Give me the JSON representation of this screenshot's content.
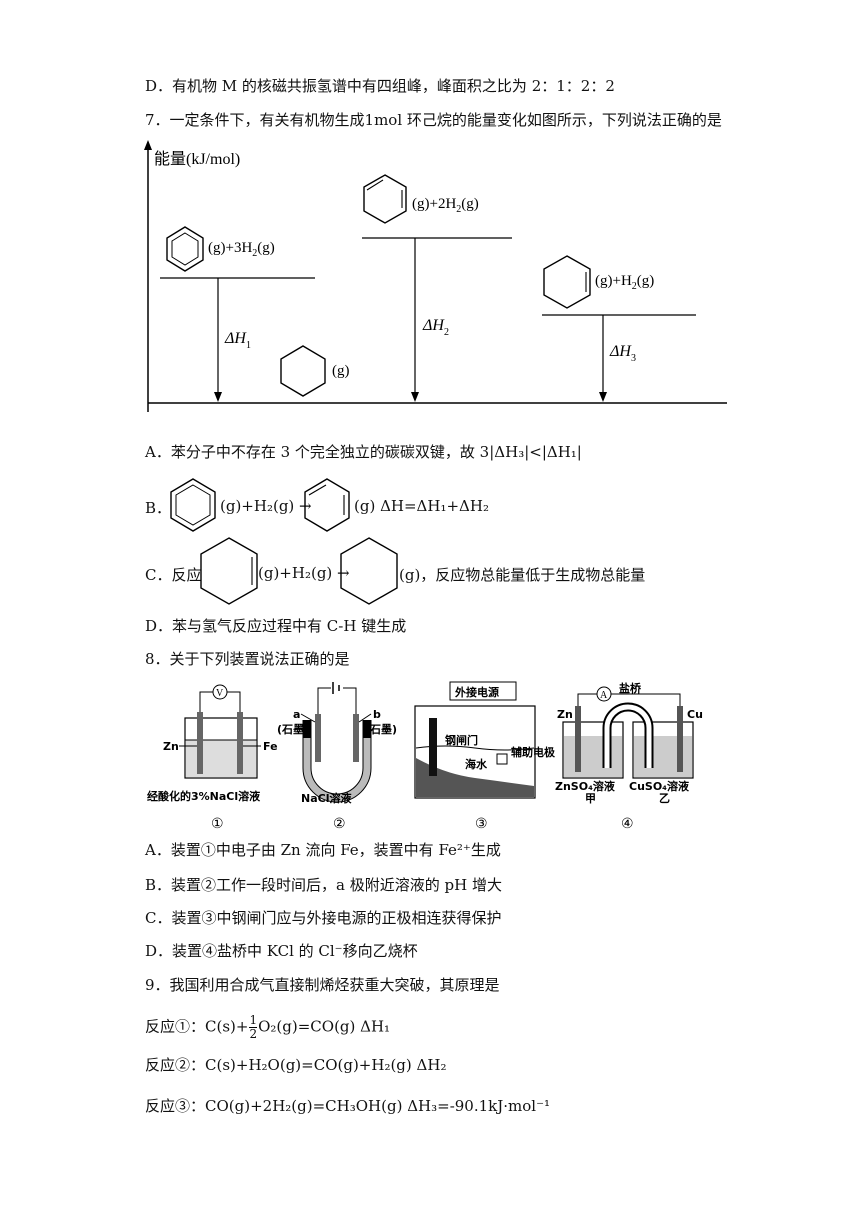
{
  "q6": {
    "optD": "D．有机物 M 的核磁共振氢谱中有四组峰，峰面积之比为 2：1：2：2"
  },
  "q7": {
    "stem": "7．一定条件下，有关有机物生成1mol 环己烷的能量变化如图所示，下列说法正确的是",
    "diagram": {
      "ylabel": "能量(kJ/mol)",
      "benzene_state": "(g)+3H",
      "cyclohexadiene_state": "(g)+2H",
      "cyclohexene_state": "(g)+H",
      "cyclohexane_state": "(g)",
      "h2_sub": "2",
      "h2_tail": "(g)",
      "dH": "ΔH",
      "dH1_sub": "1",
      "dH2_sub": "2",
      "dH3_sub": "3"
    },
    "optA": "A．苯分子中不存在 3 个完全独立的碳碳双键，故 3|ΔH₃|<|ΔH₁|",
    "optB_prefix": "B．",
    "optB_mid": "(g)+H₂(g) →",
    "optB_tail": "(g) ΔH=ΔH₁+ΔH₂",
    "optC_prefix": "C．反应",
    "optC_mid": "(g)+H₂(g) →",
    "optC_tail": "(g)，反应物总能量低于生成物总能量",
    "optD": "D．苯与氢气反应过程中有 C-H 键生成"
  },
  "q8": {
    "stem": "8．关于下列装置说法正确的是",
    "devices": {
      "d1_caption": "经酸化的3%NaCl溶液",
      "d1_zn": "Zn",
      "d1_fe": "Fe",
      "d1_meter": "V",
      "d2_caption": "NaCl溶液",
      "d2_a": "a",
      "d2_b": "b",
      "d2_graphite_a": "(石墨)",
      "d2_graphite_b": "(石墨)",
      "d3_power": "外接电源",
      "d3_gate": "钢闸门",
      "d3_sea": "海水",
      "d3_aux": "辅助电极",
      "d4_bridge": "盐桥",
      "d4_meter": "A",
      "d4_zn": "Zn",
      "d4_cu": "Cu",
      "d4_znso4": "ZnSO₄溶液",
      "d4_cuso4": "CuSO₄溶液",
      "d4_jia": "甲",
      "d4_yi": "乙",
      "num1": "①",
      "num2": "②",
      "num3": "③",
      "num4": "④"
    },
    "optA": "A．装置①中电子由 Zn 流向 Fe，装置中有 Fe²⁺生成",
    "optB": "B．装置②工作一段时间后，a 极附近溶液的 pH 增大",
    "optC": "C．装置③中钢闸门应与外接电源的正极相连获得保护",
    "optD": "D．装置④盐桥中 KCl 的 Cl⁻移向乙烧杯"
  },
  "q9": {
    "stem": "9．我国利用合成气直接制烯烃获重大突破，其原理是",
    "r1_label": "反应①：",
    "r1_a": "C(s)+",
    "r1_num": "1",
    "r1_den": "2",
    "r1_b": "O₂(g)=CO(g)   ΔH₁",
    "r2": "反应②：C(s)+H₂O(g)=CO(g)+H₂(g)   ΔH₂",
    "r3_label": "反应③：",
    "r3": "CO(g)+2H₂(g)=CH₃OH(g)   ΔH₃=-90.1kJ·mol⁻¹"
  }
}
